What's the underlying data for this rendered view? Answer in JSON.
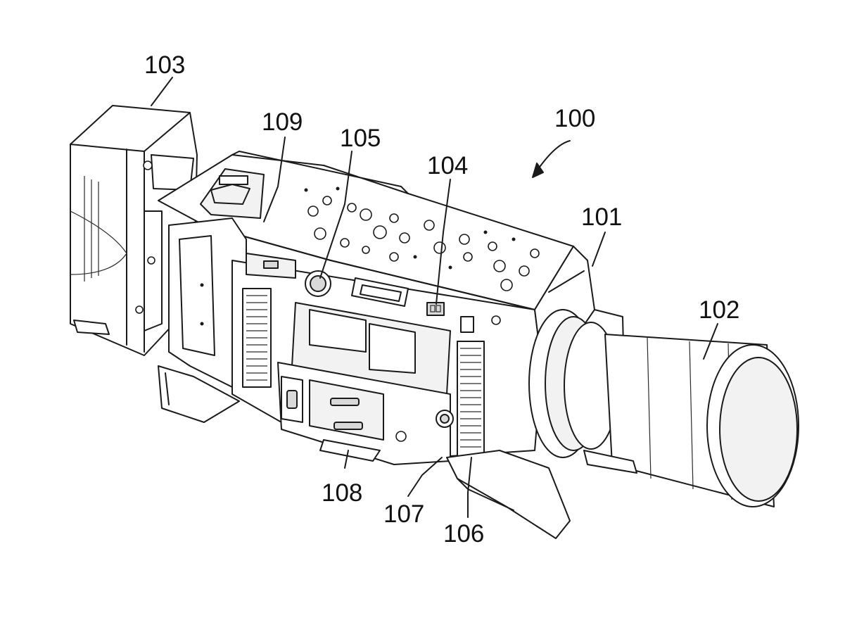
{
  "labels": {
    "camera_system": "100",
    "camera_body": "101",
    "lens": "102",
    "battery": "103",
    "terminal_104": "104",
    "dial_105": "105",
    "vent_106": "106",
    "jack_107": "107",
    "slot_108": "108",
    "connector_109": "109"
  }
}
